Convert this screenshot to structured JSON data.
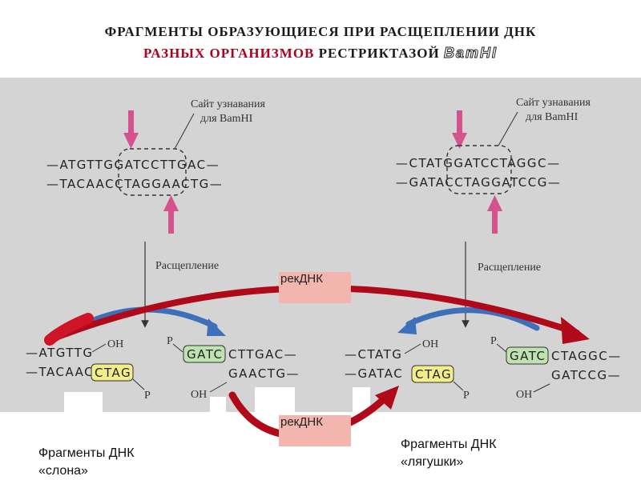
{
  "title": {
    "line1": "ФРАГМЕНТЫ  ОБРАЗУЮЩИЕСЯ  ПРИ РАСЩЕПЛЕНИИ ДНК",
    "line2_red": "РАЗНЫХ  ОРГАНИЗМОВ",
    "line2_dark": "РЕСТРИКТАЗОЙ",
    "enzyme": "BamHI"
  },
  "site_label": {
    "line1": "Сайт узнавания",
    "line2": "для BamHI"
  },
  "cleavage_label": "Расщепление",
  "left_dna": {
    "top": "—ATGTTGGATCCTTGAC—",
    "bottom": "—TACAACCTAGGAACTG—",
    "frag1_top": "—ATGTTG",
    "frag1_bottom": "—TACAAC",
    "frag1_sticky": "CTAG",
    "frag2_sticky": "GATC",
    "frag2_top": "CTTGAC—",
    "frag2_bottom": "GAACTG—"
  },
  "right_dna": {
    "top": "—CTATGGATCCTAGGC—",
    "bottom": "—GATACCTAGGATCCG—",
    "frag1_top": "—CTATG",
    "frag1_bottom": "—GATAC",
    "frag1_sticky": "CTAG",
    "frag2_sticky": "GATC",
    "frag2_top": "CTAGGC—",
    "frag2_bottom": "GATCCG—"
  },
  "groups": {
    "oh": "OH",
    "p": "P"
  },
  "rek_label": "рекДНК",
  "caption_left": {
    "line1": "Фрагменты ДНК",
    "line2": "«слона»"
  },
  "caption_right": {
    "line1": "Фрагменты ДНК",
    "line2": "«лягушки»"
  },
  "colors": {
    "background": "#d4d4d4",
    "arrow_pink": "#d6528d",
    "arrow_red": "#b00a1a",
    "arrow_blue": "#3d70b8",
    "sticky_yellow": "#f2ee88",
    "sticky_green": "#bfe3b0",
    "rek_box": "#f3b6ae"
  }
}
